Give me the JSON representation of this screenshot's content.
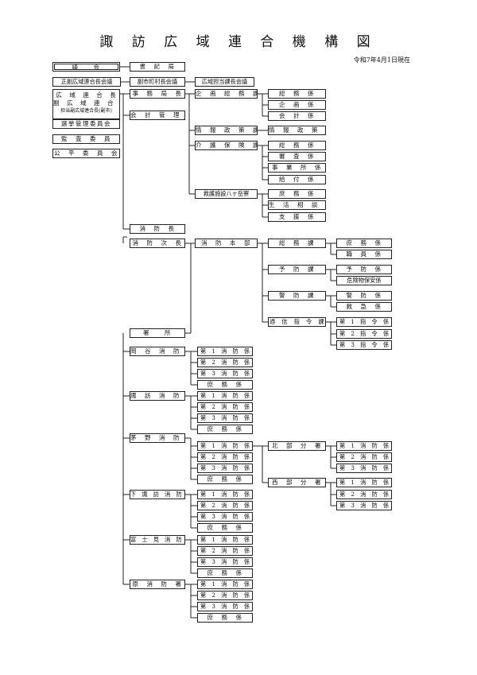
{
  "title": "諏 訪 広 域 連 合 機 構 図",
  "date": "令和7年4月1日現在",
  "council": "議　　会",
  "secretary": "書　記　局",
  "leaders_meeting": "正副広域連合長会議",
  "vice_mayors_meeting": "副市町村長会議",
  "section_chiefs_meeting": "広域担当課長会議",
  "head": {
    "line1": "広　域　連　合　長",
    "line2": "副　広　域　連　合　長",
    "line3": "担当副広域連合長(副市)"
  },
  "committees": [
    "選挙管理委員会",
    "監　査　委　員",
    "公　平　委　員　会"
  ],
  "admin": {
    "director": "事　務　局　長",
    "accountant": "会　計　管　理　者",
    "planning": {
      "name": "企　画　総　務　課",
      "units": [
        "総　務　係",
        "企　画　係",
        "会　計　係"
      ]
    },
    "info": {
      "name": "情　報　政　策　課",
      "units": [
        "情　報　政　策　係"
      ]
    },
    "care": {
      "name": "介　護　保　険　課",
      "units": [
        "総　務　係",
        "審　査　係",
        "事　業　所　係",
        "給　付　係"
      ]
    },
    "facility": {
      "name": "救護施設八ヶ岳寮",
      "units": [
        "庶　務　係",
        "生　活　相　談　係",
        "支　援　係"
      ]
    }
  },
  "fire": {
    "chief": "消　防　長",
    "deputy": "消　防　次　長",
    "hq": "消　防　本　部",
    "divisions": [
      {
        "name": "総　務　課",
        "units": [
          "庶　務　係",
          "職　員　係"
        ]
      },
      {
        "name": "予　防　課",
        "units": [
          "予　防　係",
          "危険物保安係"
        ]
      },
      {
        "name": "警　防　課",
        "units": [
          "警　防　係",
          "救　急　係"
        ]
      },
      {
        "name": "通　信　指　令　課",
        "units": [
          "第　1　指　令　係",
          "第　2　指　令　係",
          "第　3　指　令　係"
        ]
      }
    ],
    "stations_label": "署　　所",
    "stations": [
      {
        "name": "岡　谷　消　防　署",
        "units": [
          "第　1　消　防　係",
          "第　2　消　防　係",
          "第　3　消　防　係",
          "庶　務　係"
        ]
      },
      {
        "name": "諏　訪　消　防　署",
        "units": [
          "第　1　消　防　係",
          "第　2　消　防　係",
          "第　3　消　防　係",
          "庶　務　係"
        ]
      },
      {
        "name": "茅　野　消　防　署",
        "units": [
          "第　1　消　防　係",
          "第　2　消　防　係",
          "第　3　消　防　係",
          "庶　務　係"
        ]
      },
      {
        "name": "下　諏　訪　消　防　署",
        "units": [
          "第　1　消　防　係",
          "第　2　消　防　係",
          "第　3　消　防　係",
          "庶　務　係"
        ]
      },
      {
        "name": "富　士　見　消　防　署",
        "units": [
          "第　1　消　防　係",
          "第　2　消　防　係",
          "第　3　消　防　係",
          "庶　務　係"
        ]
      },
      {
        "name": "原　消　防　署",
        "units": [
          "第　1　消　防　係",
          "第　2　消　防　係",
          "第　3　消　防　係",
          "庶　務　係"
        ]
      }
    ],
    "branches": [
      {
        "name": "北　部　分　署",
        "units": [
          "第　1　消　防　係",
          "第　2　消　防　係",
          "第　3　消　防　係"
        ]
      },
      {
        "name": "西　部　分　署",
        "units": [
          "第　1　消　防　係",
          "第　2　消　防　係",
          "第　3　消　防　係"
        ]
      }
    ]
  }
}
